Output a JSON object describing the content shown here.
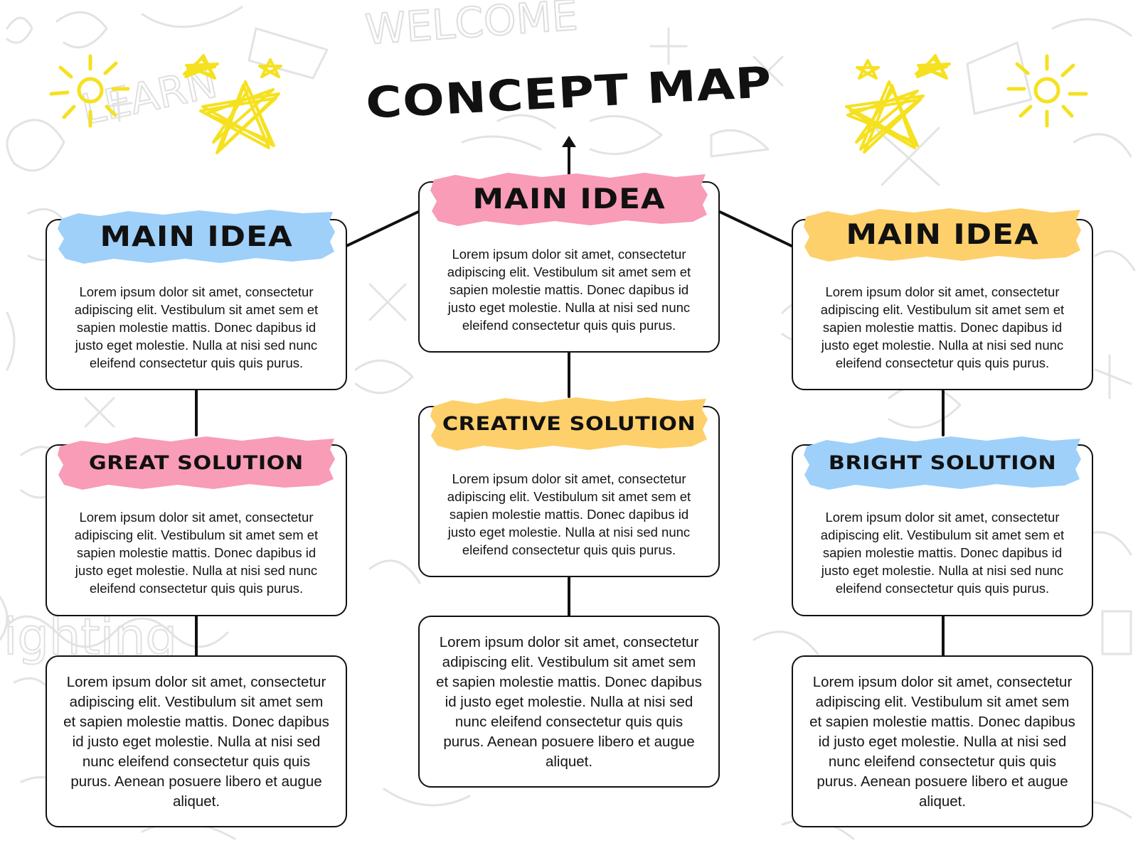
{
  "title": "CONCEPT MAP",
  "watermark": "WELCOME",
  "colors": {
    "pink": "#F89CB8",
    "blue": "#9ED0FA",
    "yellow": "#FDD06C",
    "star": "#F5E11F",
    "line": "#111111",
    "doodle": "#E4E4E4"
  },
  "columns": [
    {
      "main": {
        "label": "MAIN IDEA",
        "color": "blue",
        "text": "Lorem ipsum dolor sit amet, consectetur adipiscing elit. Vestibulum sit amet sem et sapien molestie mattis. Donec dapibus id justo eget molestie. Nulla at nisi sed nunc eleifend consectetur quis quis purus."
      },
      "solution": {
        "label": "GREAT SOLUTION",
        "color": "pink",
        "text": "Lorem ipsum dolor sit amet, consectetur adipiscing elit. Vestibulum sit amet sem et sapien molestie mattis. Donec dapibus id justo eget molestie. Nulla at nisi sed nunc eleifend consectetur quis quis purus."
      },
      "detail": {
        "text": "Lorem ipsum dolor sit amet, consectetur adipiscing elit. Vestibulum sit amet sem et sapien molestie mattis. Donec dapibus id justo eget molestie. Nulla at nisi sed nunc eleifend consectetur quis quis purus. Aenean posuere libero et augue aliquet."
      }
    },
    {
      "main": {
        "label": "MAIN IDEA",
        "color": "pink",
        "text": "Lorem ipsum dolor sit amet, consectetur adipiscing elit. Vestibulum sit amet sem et sapien molestie mattis. Donec dapibus id justo eget molestie. Nulla at nisi sed nunc eleifend consectetur quis quis purus."
      },
      "solution": {
        "label": "CREATIVE SOLUTION",
        "color": "yellow",
        "text": "Lorem ipsum dolor sit amet, consectetur adipiscing elit. Vestibulum sit amet sem et sapien molestie mattis. Donec dapibus id justo eget molestie. Nulla at nisi sed nunc eleifend consectetur quis quis purus."
      },
      "detail": {
        "text": "Lorem ipsum dolor sit amet, consectetur adipiscing elit. Vestibulum sit amet sem et sapien molestie mattis. Donec dapibus id justo eget molestie. Nulla at nisi sed nunc eleifend consectetur quis quis purus. Aenean posuere libero et augue aliquet."
      }
    },
    {
      "main": {
        "label": "MAIN IDEA",
        "color": "yellow",
        "text": "Lorem ipsum dolor sit amet, consectetur adipiscing elit. Vestibulum sit amet sem et sapien molestie mattis. Donec dapibus id justo eget molestie. Nulla at nisi sed nunc eleifend consectetur quis quis purus."
      },
      "solution": {
        "label": "BRIGHT SOLUTION",
        "color": "blue",
        "text": "Lorem ipsum dolor sit amet, consectetur adipiscing elit. Vestibulum sit amet sem et sapien molestie mattis. Donec dapibus id justo eget molestie. Nulla at nisi sed nunc eleifend consectetur quis quis purus."
      },
      "detail": {
        "text": "Lorem ipsum dolor sit amet, consectetur adipiscing elit. Vestibulum sit amet sem et sapien molestie mattis. Donec dapibus id justo eget molestie. Nulla at nisi sed nunc eleifend consectetur quis quis purus. Aenean posuere libero et augue aliquet."
      }
    }
  ]
}
